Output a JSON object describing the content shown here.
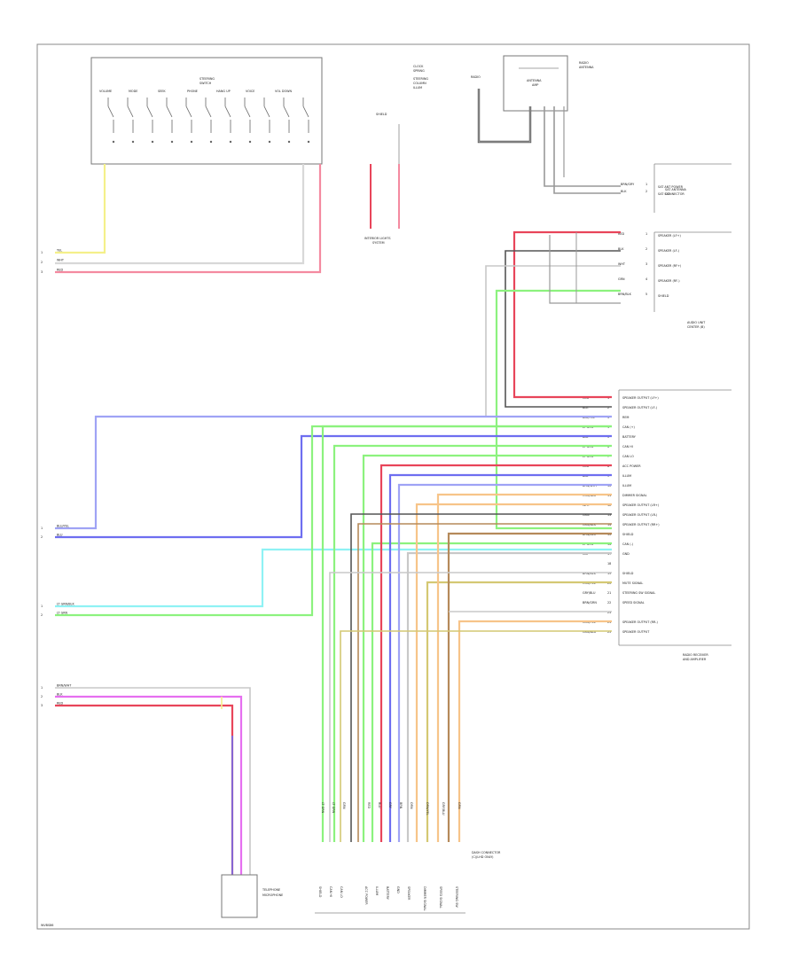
{
  "footer": {
    "code": "WVBS86"
  },
  "switch_assembly": {
    "title_lines": [
      "STEERING",
      "SWITCH"
    ],
    "labels": [
      "VOLUME",
      "MODE",
      "SEEK",
      "PHONE",
      "HANG UP",
      "VOICE",
      "VOL DOWN"
    ]
  },
  "top_labels": {
    "clock_spring": [
      "CLOCK",
      "SPRING"
    ],
    "steering_col": [
      "STEERING",
      "COLUMN",
      "ILLUM"
    ],
    "radio_hdr": [
      "RADIO"
    ],
    "antenna_hdr": [
      "RADIO",
      "ANTENNA"
    ],
    "antenna_amp": [
      "ANTENNA",
      "AMP"
    ],
    "interior_lights": [
      "INTERIOR LIGHTS",
      "SYSTEM"
    ],
    "shield": "SHIELD"
  },
  "connectors": {
    "sat_antenna": [
      "SAT ANTENNA",
      "CONNECTOR"
    ],
    "rear_unit": [
      "AUDIO UNIT",
      "CENTER (B)"
    ],
    "radio_main": [
      "RADIO RECEIVER",
      "AND AMPLIFIER"
    ],
    "dash_conn": [
      "DASH CONNECTOR",
      "(C)(LHD ONLY)"
    ],
    "rear_bottom": [
      "TELEPHONE",
      "MICROPHONE"
    ]
  },
  "left_terminals": {
    "upper": [
      {
        "num": "1",
        "color": "YEL"
      },
      {
        "num": "2",
        "color": "WHT"
      },
      {
        "num": "3",
        "color": "RED"
      }
    ],
    "middle": [
      {
        "num": "1",
        "color": "BLU/YEL"
      },
      {
        "num": "2",
        "color": "BLU"
      }
    ],
    "lower": [
      {
        "num": "1",
        "color": "LT GRN/BLK"
      },
      {
        "num": "2",
        "color": "LT GRN"
      }
    ],
    "bottom": [
      {
        "num": "1",
        "color": "BRN/WHT"
      },
      {
        "num": "2",
        "color": "BLK"
      },
      {
        "num": "3",
        "color": "RED"
      }
    ]
  },
  "sat_pins": [
    {
      "wire": "BRN/GRY",
      "pin": "1",
      "label": "SAT ANT POWER"
    },
    {
      "wire": "BLK",
      "pin": "2",
      "label": "SAT SIG"
    },
    {
      "wire": "",
      "pin": "",
      "label": ""
    }
  ],
  "amp_pins": [
    {
      "wire": "RED",
      "pin": "1",
      "label": "SPEAKER (LF+)"
    },
    {
      "wire": "BLK",
      "pin": "2",
      "label": "SPEAKER (LF-)"
    },
    {
      "wire": "WHT",
      "pin": "3",
      "label": "SPEAKER (RF+)"
    },
    {
      "wire": "GRN",
      "pin": "4",
      "label": "SPEAKER (RF-)"
    },
    {
      "wire": "BRN/BLK",
      "pin": "5",
      "label": "SHIELD"
    }
  ],
  "radio_pins": [
    {
      "wire": "RED",
      "pin": "1",
      "label": "SPEAKER OUTPUT (LF+)"
    },
    {
      "wire": "BLK",
      "pin": "2",
      "label": "SPEAKER OUTPUT (LF-)"
    },
    {
      "wire": "BLU/YEL",
      "pin": "3",
      "label": "REM"
    },
    {
      "wire": "LT GRN",
      "pin": "4",
      "label": "CAN (+)"
    },
    {
      "wire": "BLU",
      "pin": "5",
      "label": "BATTERY"
    },
    {
      "wire": "LT GRN",
      "pin": "6",
      "label": "CAN HI"
    },
    {
      "wire": "LT GRN",
      "pin": "7",
      "label": "CAN LO"
    },
    {
      "wire": "RED",
      "pin": "8",
      "label": "ACC POWER"
    },
    {
      "wire": "BLU",
      "pin": "9",
      "label": "ILLUM"
    },
    {
      "wire": "BRN/WHT",
      "pin": "10",
      "label": "ILLUM"
    },
    {
      "wire": "ORN/BLU",
      "pin": "11",
      "label": "DIMMER SIGNAL"
    },
    {
      "wire": "WHT",
      "pin": "12",
      "label": "SPEAKER OUTPUT (LR+)"
    },
    {
      "wire": "GRN",
      "pin": "13",
      "label": "SPEAKER OUTPUT (LR-)"
    },
    {
      "wire": "GRN/BLK",
      "pin": "14",
      "label": "SPEAKER OUTPUT (RR+)"
    },
    {
      "wire": "BRN/BLK",
      "pin": "15",
      "label": "SHIELD"
    },
    {
      "wire": "LT GRN",
      "pin": "16",
      "label": "CAN (-)"
    },
    {
      "wire": "GRY",
      "pin": "17",
      "label": "GND"
    },
    {
      "wire": "",
      "pin": "18",
      "label": ""
    },
    {
      "wire": "BRN/BLK",
      "pin": "19",
      "label": "SHIELD"
    },
    {
      "wire": "ORN/YEL",
      "pin": "20",
      "label": "MUTE SIGNAL"
    },
    {
      "wire": "GRY/BLU",
      "pin": "21",
      "label": "STEERING SW SIGNAL"
    },
    {
      "wire": "BRN/GRN",
      "pin": "22",
      "label": "SPEED SIGNAL"
    },
    {
      "wire": "",
      "pin": "23",
      "label": ""
    },
    {
      "wire": "GRN/YEL",
      "pin": "24",
      "label": "SPEAKER OUTPUT (RR-)"
    },
    {
      "wire": "GRN/BLU",
      "pin": "25",
      "label": "SPEAKER OUTPUT"
    }
  ],
  "bottom_labels": [
    [
      "SHIELD"
    ],
    [
      "CAN HI"
    ],
    [
      "CAN LO"
    ],
    [
      "ACC POWER"
    ],
    [
      "ILLUM"
    ],
    [
      "BATTERY"
    ],
    [
      "GND"
    ],
    [
      "SPEAKER"
    ],
    [
      "DIMMER SIGNAL"
    ],
    [
      "SPEED SIGNAL"
    ],
    [
      "STEERING SW"
    ]
  ],
  "bottom_wire_tags": [
    "LT GRN",
    "LT GRN",
    "GRN",
    "RED",
    "BLU",
    "GRY",
    "BRN",
    "ORN",
    "ORN/YEL",
    "GRY/BLU",
    "GRN"
  ],
  "colors": {
    "yellow": "#f4f08a",
    "red": "#e8455a",
    "pink": "#f48aa0",
    "blue": "#6e6ef0",
    "lightblue": "#9fa3f5",
    "cyan": "#8ff2f4",
    "green": "#8cf27e",
    "orange": "#f7c489",
    "brown": "#b58a5a",
    "gray": "#c8c8c8",
    "darkgray": "#555555",
    "violet": "#e66ff0",
    "olive": "#d4c873"
  }
}
